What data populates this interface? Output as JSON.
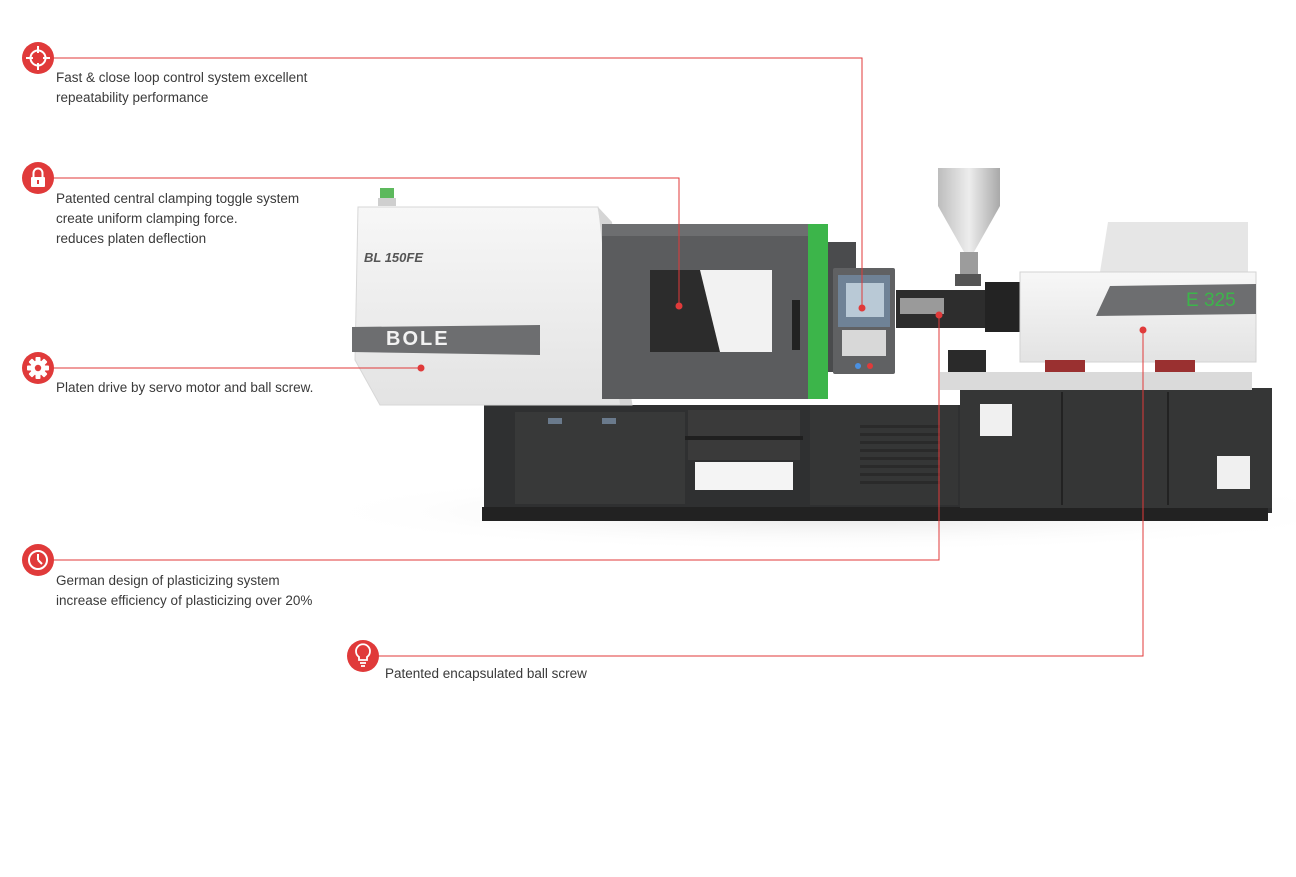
{
  "machine": {
    "model_label": "BL 150FE",
    "brand_logo_text": "BOLE",
    "injection_unit_label": "E 325"
  },
  "colors": {
    "accent_red": "#e03a3a",
    "machine_green": "#3cb54a",
    "machine_dark": "#3d3d3d",
    "machine_light": "#efefef"
  },
  "features": [
    {
      "icon": "crosshair-icon",
      "lines": [
        "Fast & close loop control system excellent",
        "repeatability performance"
      ]
    },
    {
      "icon": "lock-icon",
      "lines": [
        "Patented central clamping toggle system",
        "create uniform clamping force.",
        "reduces platen deflection"
      ]
    },
    {
      "icon": "gear-icon",
      "lines": [
        "Platen drive by servo motor and ball screw."
      ]
    },
    {
      "icon": "clock-icon",
      "lines": [
        "German design of plasticizing system",
        "increase efficiency of plasticizing over 20%"
      ]
    },
    {
      "icon": "lightbulb-icon",
      "lines": [
        "Patented encapsulated ball screw"
      ]
    }
  ]
}
